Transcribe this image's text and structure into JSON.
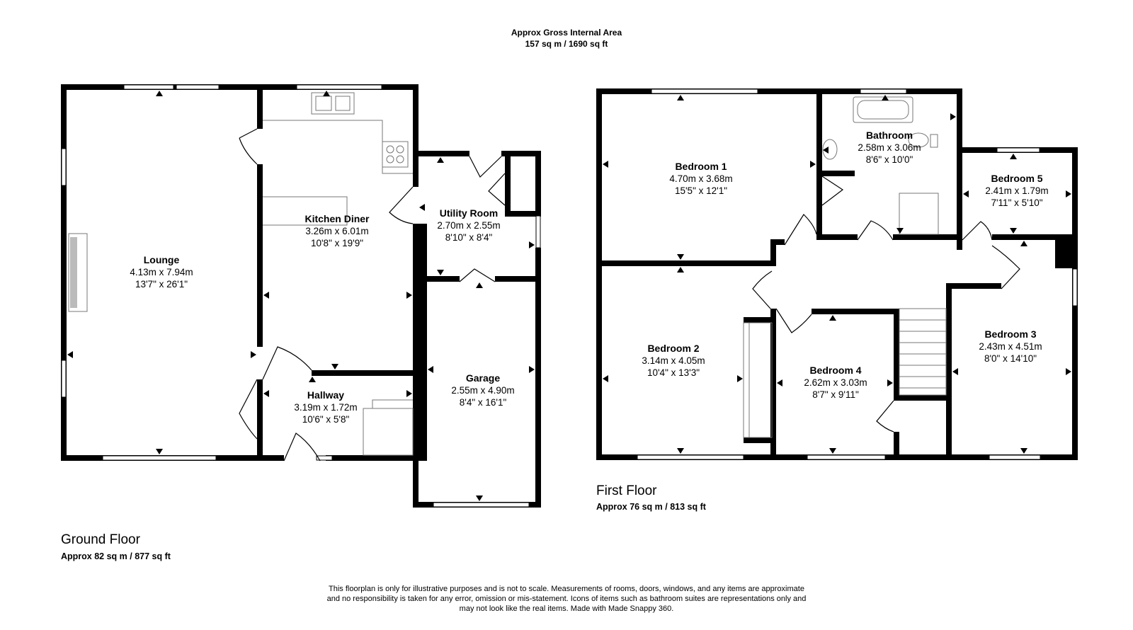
{
  "header": {
    "line1": "Approx Gross Internal Area",
    "line2": "157 sq m / 1690 sq ft"
  },
  "ground_floor": {
    "name": "Ground Floor",
    "area": "Approx 82 sq m / 877 sq ft",
    "rooms": [
      {
        "name": "Lounge",
        "metric": "4.13m x 7.94m",
        "imperial": "13'7\" x 26'1\""
      },
      {
        "name": "Kitchen Diner",
        "metric": "3.26m x 6.01m",
        "imperial": "10'8\" x 19'9\""
      },
      {
        "name": "Utility Room",
        "metric": "2.70m x 2.55m",
        "imperial": "8'10\" x 8'4\""
      },
      {
        "name": "Hallway",
        "metric": "3.19m x 1.72m",
        "imperial": "10'6\" x 5'8\""
      },
      {
        "name": "Garage",
        "metric": "2.55m x 4.90m",
        "imperial": "8'4\" x 16'1\""
      }
    ]
  },
  "first_floor": {
    "name": "First Floor",
    "area": "Approx 76 sq m / 813 sq ft",
    "rooms": [
      {
        "name": "Bedroom 1",
        "metric": "4.70m x 3.68m",
        "imperial": "15'5\" x 12'1\""
      },
      {
        "name": "Bathroom",
        "metric": "2.58m x 3.06m",
        "imperial": "8'6\" x 10'0\""
      },
      {
        "name": "Bedroom 5",
        "metric": "2.41m x 1.79m",
        "imperial": "7'11\" x 5'10\""
      },
      {
        "name": "Bedroom 2",
        "metric": "3.14m x 4.05m",
        "imperial": "10'4\" x 13'3\""
      },
      {
        "name": "Bedroom 4",
        "metric": "2.62m x 3.03m",
        "imperial": "8'7\" x 9'11\""
      },
      {
        "name": "Bedroom 3",
        "metric": "2.43m x 4.51m",
        "imperial": "8'0\" x 14'10\""
      }
    ]
  },
  "disclaimer": {
    "line1": "This floorplan is only for illustrative purposes and is not to scale. Measurements of rooms, doors, windows, and any items are approximate",
    "line2": "and no responsibility is taken for any error, omission or mis-statement. Icons of items such as bathroom suites are representations only and",
    "line3": "may not look like the real items. Made with Made Snappy 360."
  }
}
